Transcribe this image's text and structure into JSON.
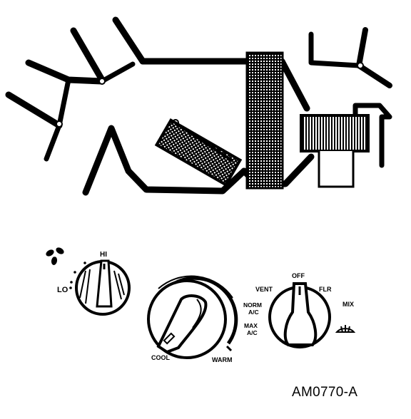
{
  "figure_id": "AM0770-A",
  "blower_control": {
    "icon": "fan-icon",
    "hi_label": "HI",
    "lo_label": "LO"
  },
  "temperature_control": {
    "cool_label": "COOL",
    "warm_label": "WARM"
  },
  "mode_control": {
    "off_label": "OFF",
    "vent_label": "VENT",
    "flr_label": "FLR",
    "norm_ac_label": "NORM A/C",
    "max_ac_label": "MAX A/C",
    "mix_label": "MIX",
    "defrost_icon": "defrost-icon"
  }
}
